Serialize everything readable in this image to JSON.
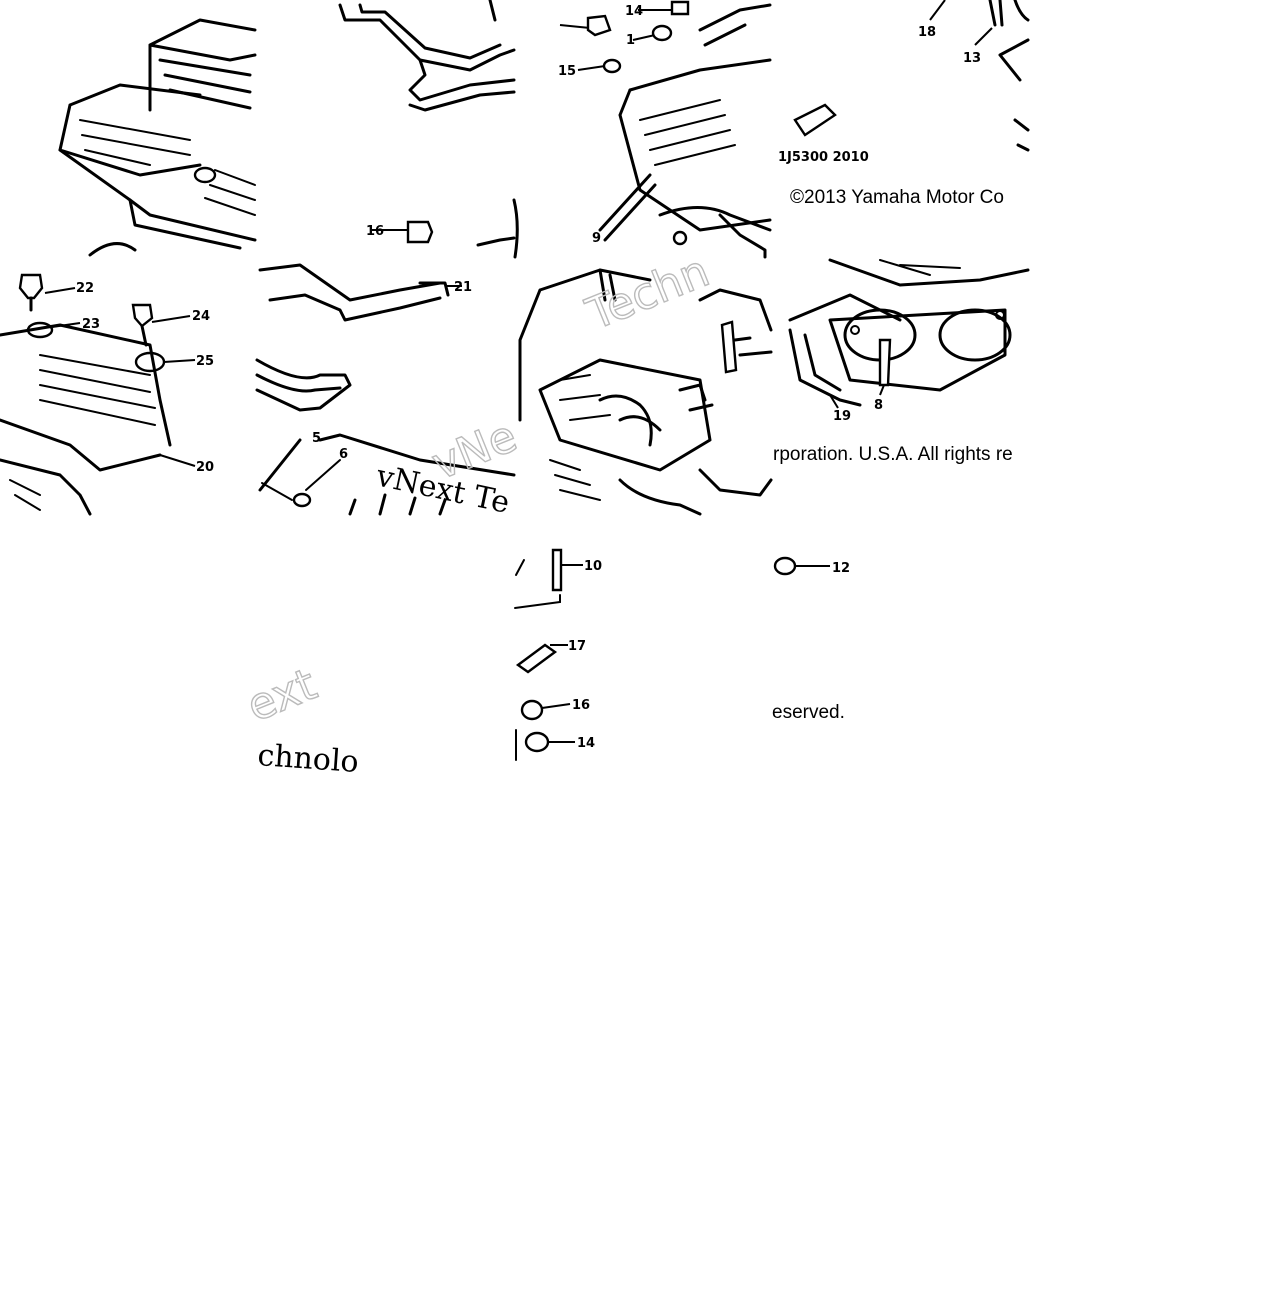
{
  "diagram": {
    "copyright_parts": [
      "©2013 Yamaha Motor Co",
      "rporation. U.S.A. All rights re",
      "eserved."
    ],
    "part_code": "1J5300 2010",
    "watermark_parts": [
      "vNext Te",
      "chnolo",
      "ext",
      "Techn",
      "vNe"
    ],
    "callouts": [
      "22",
      "23",
      "24",
      "25",
      "20",
      "21",
      "5",
      "6",
      "16",
      "14",
      "1",
      "15",
      "9",
      "18",
      "13",
      "8",
      "19",
      "10",
      "12",
      "17",
      "16",
      "14"
    ]
  }
}
